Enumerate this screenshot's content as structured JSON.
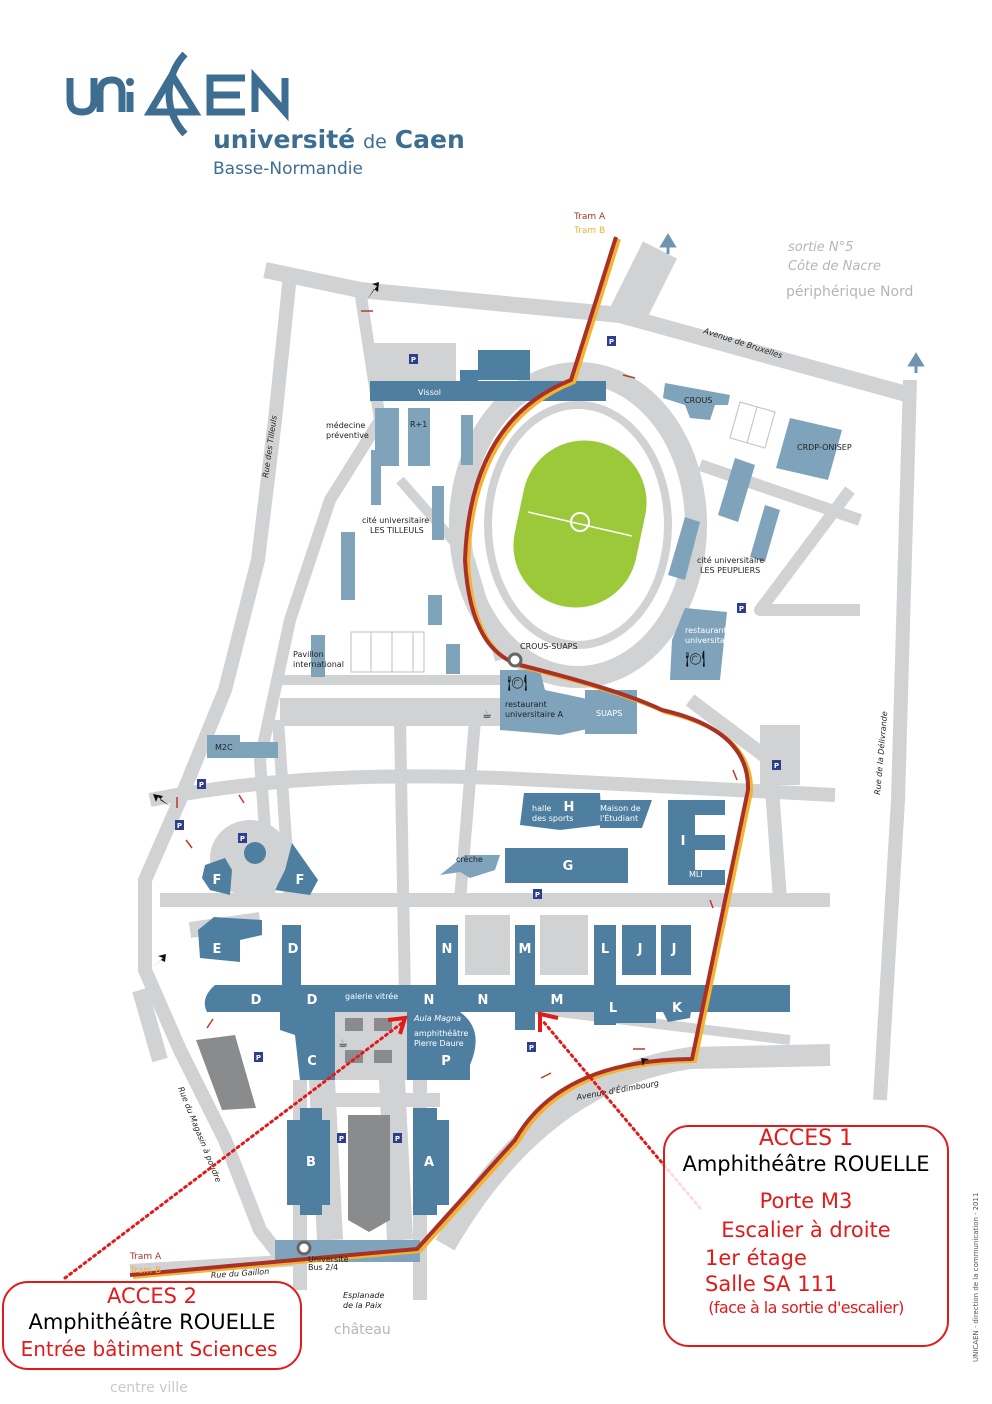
{
  "logo": {
    "mark": "UNICAEN",
    "name_bold": "université",
    "name_de": "de",
    "name_city": "Caen",
    "region": "Basse-Normandie"
  },
  "colors": {
    "brand": "#3d6e91",
    "building_dark": "#4e7fa0",
    "building_light": "#7fa3bb",
    "road": "#d1d2d4",
    "field": "#9cc93a",
    "tram_a": "#a93226",
    "tram_b": "#f3b234",
    "access_red": "#e21a1a"
  },
  "map": {
    "tram_top": {
      "a": "Tram A",
      "b": "Tram B"
    },
    "tram_bottom": {
      "a": "Tram A",
      "b": "Tram B"
    },
    "exit": {
      "line1": "sortie N°5",
      "line2": "Côte de Nacre",
      "line3": "périphérique Nord"
    },
    "parking": "P",
    "streets": {
      "tilleuls": "Rue des Tilleuls",
      "delivrande": "Rue de la Délivrande",
      "magasin": "Rue du Magasin à poudre",
      "bruxelles": "Avenue de Bruxelles",
      "edimbourg": "Avenue d'Édimbourg",
      "gaillon": "Rue du Gaillon"
    },
    "places": {
      "vissol": "Vissol",
      "medecine1": "médecine",
      "medecine2": "préventive",
      "r1": "R+1",
      "tilleuls1": "cité universitaire",
      "tilleuls2": "LES TILLEULS",
      "pavillon1": "Pavillon",
      "pavillon2": "international",
      "crous": "CROUS",
      "crdp": "CRDP-ONISEP",
      "peupliers1": "cité universitaire",
      "peupliers2": "LES PEUPLIERS",
      "resto_b1": "restaurant",
      "resto_b2": "universitaire",
      "crous_suaps": "CROUS-SUAPS",
      "resto_a1": "restaurant",
      "resto_a2": "universitaire A",
      "suaps": "SUAPS",
      "m2c": "M2C",
      "halle1": "halle",
      "halle2": "des sports",
      "maison1": "Maison de",
      "maison2": "l'Étudiant",
      "mli": "MLI",
      "creche": "crèche",
      "galerie": "galerie vitrée",
      "aula": "Aula Magna",
      "amphi1": "amphithéâtre",
      "amphi2": "Pierre Daure",
      "bus1": "Université",
      "bus2": "Bus 2/4",
      "esplanade1": "Esplanade",
      "esplanade2": "de la Paix",
      "chateau": "château",
      "centre": "centre ville"
    },
    "buildings": {
      "H": "H",
      "I": "I",
      "G": "G",
      "F": "F",
      "E": "E",
      "D": "D",
      "N": "N",
      "M": "M",
      "L": "L",
      "J": "J",
      "K": "K",
      "C": "C",
      "P": "P",
      "B": "B",
      "A": "A"
    }
  },
  "callouts": {
    "acces1": {
      "title": "ACCES 1",
      "subtitle": "Amphithéâtre ROUELLE",
      "line1": "Porte M3",
      "line2": "Escalier à droite",
      "line3": "1er étage",
      "line4": "Salle SA 111",
      "line5": "(face à la sortie d'escalier)"
    },
    "acces2": {
      "title": "ACCES 2",
      "subtitle": "Amphithéâtre ROUELLE",
      "line1": "Entrée bâtiment Sciences"
    }
  },
  "credit": "UNICAEN · direction de la communication · 2011"
}
